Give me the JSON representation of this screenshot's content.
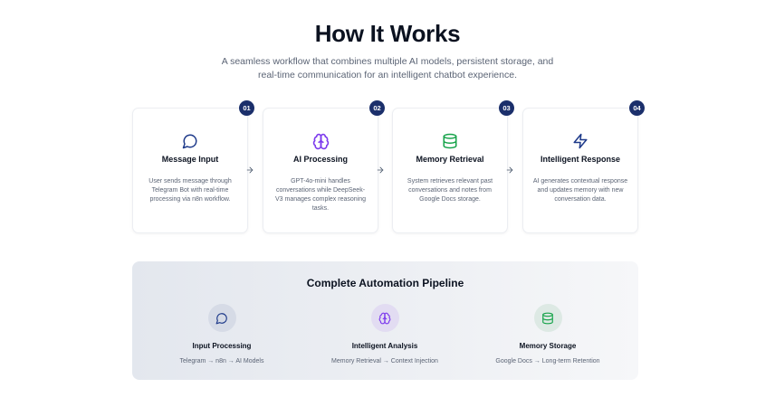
{
  "header": {
    "title": "How It Works",
    "subtitle": "A seamless workflow that combines multiple AI models, persistent storage, and real-time communication for an intelligent chatbot experience."
  },
  "cards": [
    {
      "number": "01",
      "icon": "message-circle-icon",
      "title": "Message Input",
      "description": "User sends message through Telegram Bot with real-time processing via n8n workflow."
    },
    {
      "number": "02",
      "icon": "brain-icon",
      "title": "AI Processing",
      "description": "GPT-4o-mini handles conversations while DeepSeek-V3 manages complex reasoning tasks."
    },
    {
      "number": "03",
      "icon": "database-icon",
      "title": "Memory Retrieval",
      "description": "System retrieves relevant past conversations and notes from Google Docs storage."
    },
    {
      "number": "04",
      "icon": "zap-icon",
      "title": "Intelligent Response",
      "description": "AI generates contextual response and updates memory with new conversation data."
    }
  ],
  "pipeline": {
    "title": "Complete Automation Pipeline",
    "steps": [
      {
        "icon": "message-circle-icon",
        "title": "Input Processing",
        "description": "Telegram → n8n → AI Models"
      },
      {
        "icon": "brain-icon",
        "title": "Intelligent Analysis",
        "description": "Memory Retrieval → Context Injection"
      },
      {
        "icon": "database-icon",
        "title": "Memory Storage",
        "description": "Google Docs → Long-term Retention"
      }
    ]
  },
  "colors": {
    "badge": "#1b2f6b",
    "message_icon": "#1e3a8a",
    "brain_icon": "#7c3aed",
    "database_icon": "#16a34a",
    "zap_icon": "#1e3a8a"
  }
}
